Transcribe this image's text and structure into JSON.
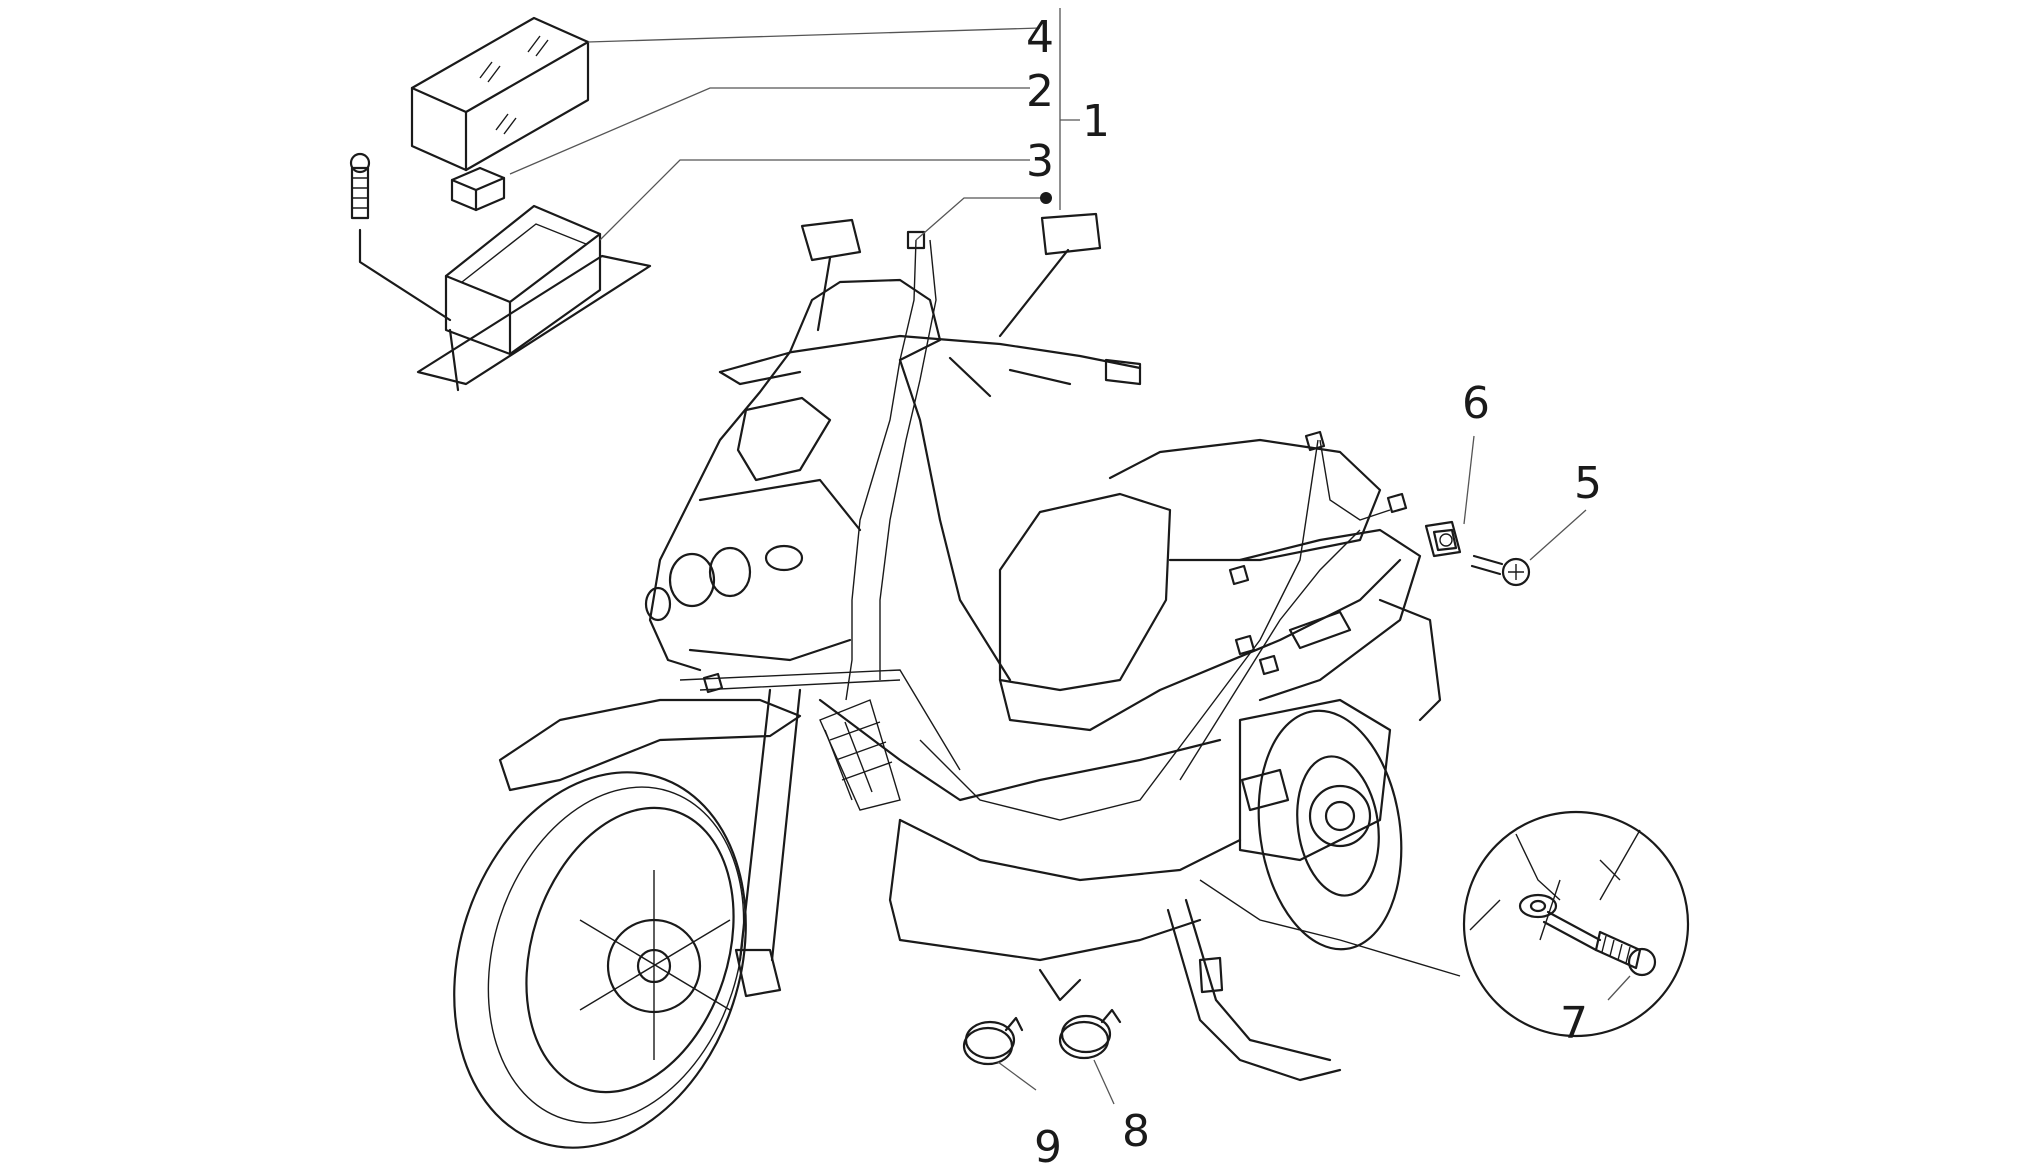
{
  "diagram": {
    "callouts": [
      {
        "id": "c4",
        "label": "4"
      },
      {
        "id": "c2",
        "label": "2"
      },
      {
        "id": "c1",
        "label": "1"
      },
      {
        "id": "c3",
        "label": "3"
      },
      {
        "id": "c6",
        "label": "6"
      },
      {
        "id": "c5",
        "label": "5"
      },
      {
        "id": "c7",
        "label": "7"
      },
      {
        "id": "c9",
        "label": "9"
      },
      {
        "id": "c8",
        "label": "8"
      }
    ],
    "colors": {
      "line": "#1a1a1a",
      "leader": "#555555",
      "background": "#ffffff"
    }
  }
}
